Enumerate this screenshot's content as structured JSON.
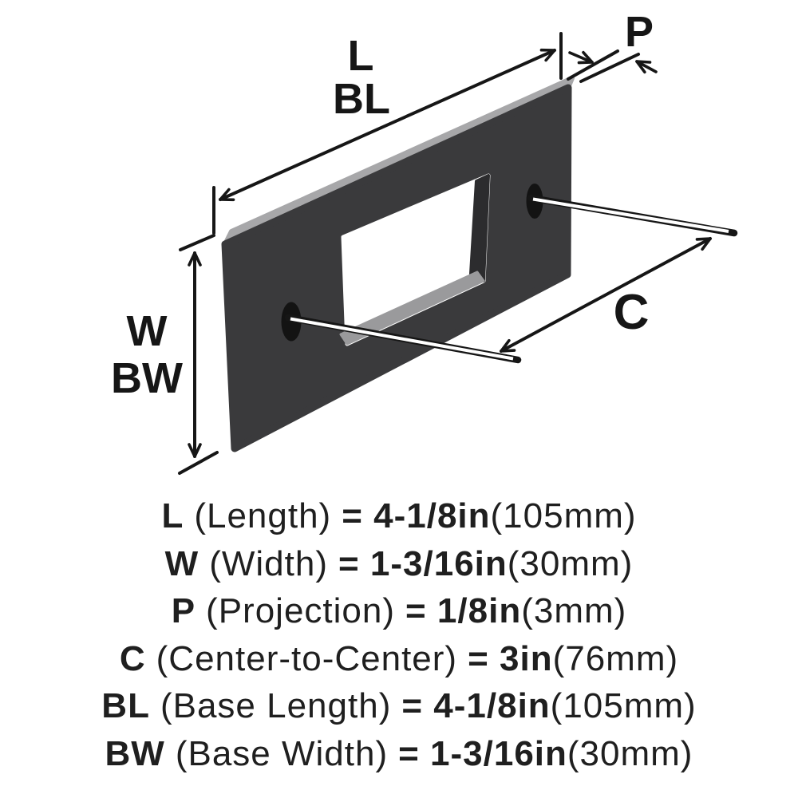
{
  "diagram": {
    "labels": {
      "length": "L",
      "base_length": "BL",
      "projection": "P",
      "width": "W",
      "base_width": "BW",
      "center_to_center": "C"
    },
    "colors": {
      "plate_front": "#3a3a3c",
      "plate_top_bevel": "#a7a7a9",
      "cutout_inner_bottom": "#9a9a9c",
      "cutout_inner_right": "#2c2c2e",
      "hole": "#131313",
      "line": "#161616",
      "leader_core": "#ffffff",
      "background": "#ffffff"
    }
  },
  "specs": [
    {
      "code": "L",
      "name": "(Length)",
      "value": "= 4-1/8in",
      "metric": "(105mm)"
    },
    {
      "code": "W",
      "name": "(Width)",
      "value": "= 1-3/16in",
      "metric": "(30mm)"
    },
    {
      "code": "P",
      "name": "(Projection)",
      "value": "= 1/8in",
      "metric": "(3mm)"
    },
    {
      "code": "C",
      "name": "(Center-to-Center)",
      "value": "= 3in",
      "metric": "(76mm)"
    },
    {
      "code": "BL",
      "name": "(Base Length)",
      "value": "= 4-1/8in",
      "metric": "(105mm)"
    },
    {
      "code": "BW",
      "name": "(Base Width)",
      "value": "= 1-3/16in",
      "metric": "(30mm)"
    }
  ]
}
